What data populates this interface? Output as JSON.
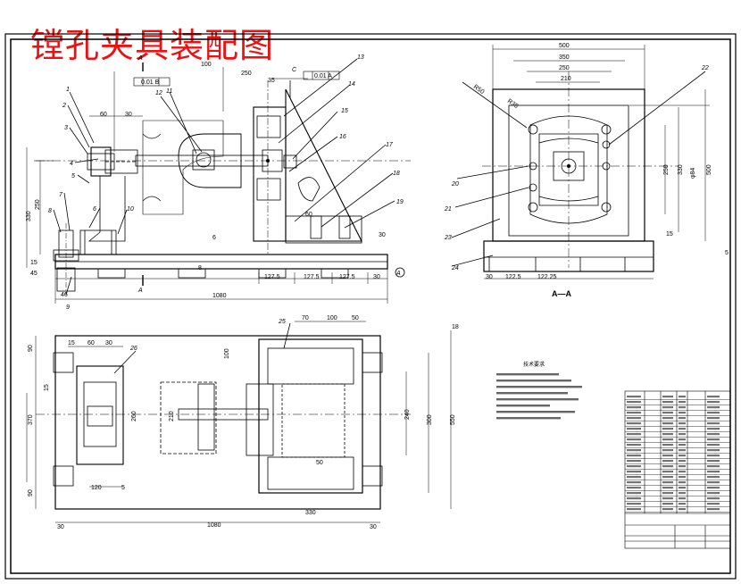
{
  "title": "镗孔夹具装配图",
  "section_label": "A—A",
  "tech_title": "技术要求",
  "tolerances": [
    "0.01 B",
    "0.01 A"
  ],
  "datum_labels": [
    "A",
    "B",
    "C"
  ],
  "balloons": [
    "1",
    "2",
    "3",
    "4",
    "5",
    "6",
    "7",
    "8",
    "9",
    "10",
    "11",
    "12",
    "13",
    "14",
    "15",
    "16",
    "17",
    "18",
    "19",
    "20",
    "21",
    "22",
    "23",
    "24",
    "25",
    "26"
  ],
  "front_dims": {
    "top": [
      "60",
      "30",
      "100",
      "250",
      "35"
    ],
    "left": [
      "250",
      "330",
      "45",
      "15",
      "46"
    ],
    "bottom": [
      "127.5",
      "127.5",
      "127.5",
      "30",
      "1080"
    ],
    "misc": [
      "60",
      "6",
      "8",
      "30"
    ]
  },
  "side_dims": {
    "top": [
      "500",
      "350",
      "250",
      "210"
    ],
    "right": [
      "250",
      "330",
      "φ84",
      "500"
    ],
    "bottom": [
      "30",
      "122.5",
      "122.25",
      "15",
      "5"
    ],
    "misc": [
      "R50",
      "R35"
    ]
  },
  "plan_dims": {
    "top": [
      "70",
      "100",
      "50",
      "15",
      "60",
      "30"
    ],
    "left": [
      "90",
      "15",
      "370",
      "90"
    ],
    "inner": [
      "120",
      "5",
      "260",
      "210",
      "50",
      "100",
      "240",
      "300"
    ],
    "bottom": [
      "330",
      "30",
      "1080",
      "30"
    ],
    "right": [
      "550",
      "18"
    ]
  },
  "colors": {
    "title": "#ee1111",
    "line": "#000000",
    "paper": "#ffffff"
  }
}
